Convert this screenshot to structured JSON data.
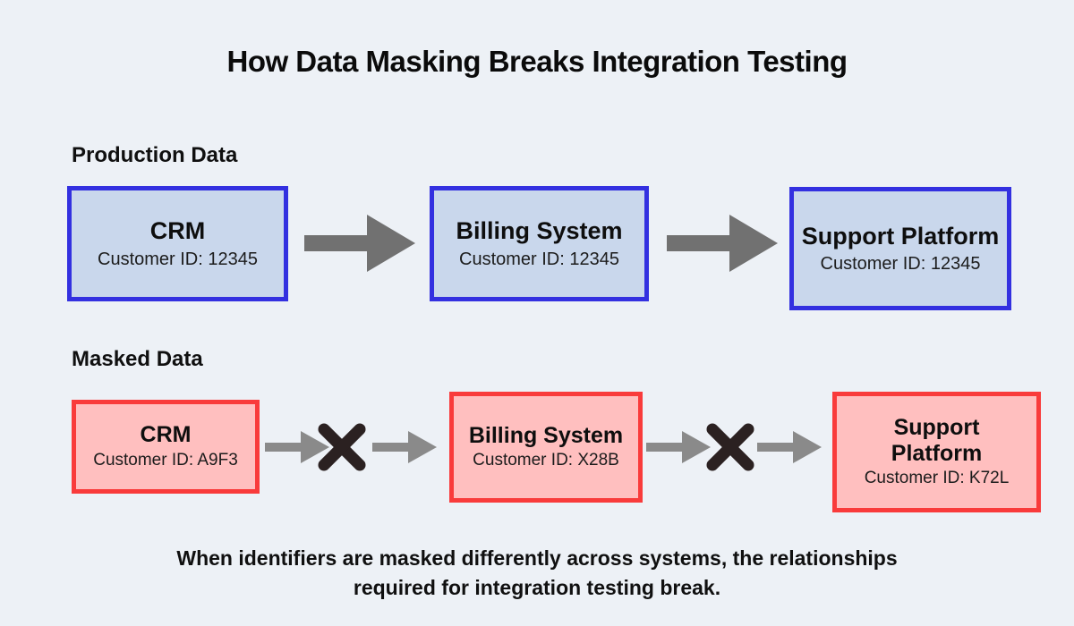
{
  "title": "How Data Masking Breaks Integration Testing",
  "sections": {
    "production": {
      "label": "Production Data",
      "nodes": [
        {
          "name": "CRM",
          "detail": "Customer ID: 12345"
        },
        {
          "name": "Billing System",
          "detail": "Customer ID: 12345"
        },
        {
          "name": "Support Platform",
          "detail": "Customer ID: 12345"
        }
      ]
    },
    "masked": {
      "label": "Masked Data",
      "nodes": [
        {
          "name": "CRM",
          "detail": "Customer ID: A9F3"
        },
        {
          "name": "Billing System",
          "detail": "Customer ID: X28B"
        },
        {
          "name": "Support Platform",
          "detail": "Customer ID: K72L"
        }
      ]
    }
  },
  "caption": {
    "line1": "When identifiers are masked differently across systems, the relationships",
    "line2": "required for integration testing break."
  },
  "icons": {
    "flow_arrow": "arrow-right",
    "broken_link": "x-mark"
  },
  "colors": {
    "background": "#edf1f6",
    "production_border": "#3330e0",
    "production_fill": "#c9d7ec",
    "masked_border": "#f93b3b",
    "masked_fill": "#ffbfbf",
    "arrow_large": "#717171",
    "arrow_small": "#8a8a8a",
    "broken_x": "#2b2121"
  }
}
